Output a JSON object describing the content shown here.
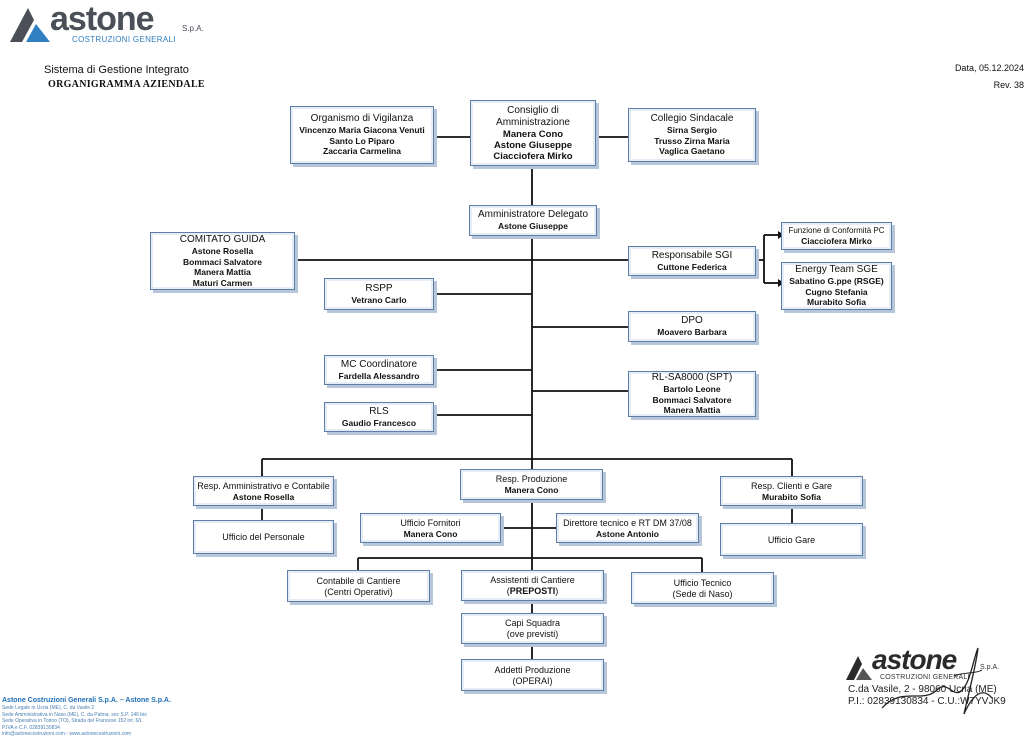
{
  "header": {
    "brand": "astone",
    "brand_suffix": "S.p.A.",
    "tagline": "COSTRUZIONI GENERALI",
    "system": "Sistema di Gestione Integrato",
    "title": "ORGANIGRAMMA AZIENDALE",
    "date": "Data, 05.12.2024",
    "revision": "Rev. 38"
  },
  "boxes": {
    "odv": {
      "role": "Organismo di Vigilanza",
      "people": [
        "Vincenzo Maria Giacona Venuti",
        "Santo Lo Piparo",
        "Zaccaria Carmelina"
      ]
    },
    "cda": {
      "role": "Consiglio di Amministrazione",
      "people": [
        "Manera Cono",
        "Astone Giuseppe",
        "Ciacciofera Mirko"
      ]
    },
    "collegio": {
      "role": "Collegio Sindacale",
      "people": [
        "Sirna Sergio",
        "Trusso Zirna Maria",
        "Vaglica Gaetano"
      ]
    },
    "ad": {
      "role": "Amministratore Delegato",
      "people": [
        "Astone Giuseppe"
      ]
    },
    "comitato": {
      "role": "COMITATO GUIDA",
      "people": [
        "Astone Rosella",
        "Bommaci Salvatore",
        "Manera Mattia",
        "Maturi Carmen"
      ]
    },
    "sgi": {
      "role": "Responsabile SGI",
      "people": [
        "Cuttone Federica"
      ]
    },
    "conformita": {
      "role": "Funzione di Conformità PC",
      "people": [
        "Ciacciofera Mirko"
      ]
    },
    "energy": {
      "role": "Energy Team SGE",
      "people": [
        "Sabatino G.ppe (RSGE)",
        "Cugno Stefania",
        "Murabito Sofia"
      ]
    },
    "rspp": {
      "role": "RSPP",
      "people": [
        "Vetrano Carlo"
      ]
    },
    "dpo": {
      "role": "DPO",
      "people": [
        "Moavero Barbara"
      ]
    },
    "mc": {
      "role": "MC Coordinatore",
      "people": [
        "Fardella Alessandro"
      ]
    },
    "rlsa": {
      "role": "RL-SA8000 (SPT)",
      "people": [
        "Bartolo Leone",
        "Bommaci Salvatore",
        "Manera Mattia"
      ]
    },
    "rls": {
      "role": "RLS",
      "people": [
        "Gaudio Francesco"
      ]
    },
    "amm": {
      "role": "Resp. Amministrativo e Contabile",
      "people": [
        "Astone Rosella"
      ]
    },
    "prod": {
      "role": "Resp. Produzione",
      "people": [
        "Manera Cono"
      ]
    },
    "clienti": {
      "role": "Resp. Clienti e Gare",
      "people": [
        "Murabito Sofia"
      ]
    },
    "personale": {
      "role": "Ufficio del Personale"
    },
    "fornitori": {
      "role": "Ufficio Fornitori",
      "people": [
        "Manera Cono"
      ]
    },
    "dt": {
      "role": "Direttore tecnico e RT DM 37/08",
      "people": [
        "Astone Antonio"
      ]
    },
    "gare": {
      "role": "Ufficio Gare"
    },
    "contabile": {
      "role": "Contabile di Cantiere",
      "sub": "(Centri Operativi)"
    },
    "assistenti": {
      "role": "Assistenti di Cantiere",
      "sub_pre": "(",
      "sub_bold": "PREPOSTI",
      "sub_post": ")"
    },
    "tecnico": {
      "role": "Ufficio Tecnico",
      "sub": "(Sede di Naso)"
    },
    "capi": {
      "role": "Capi Squadra",
      "sub": "(ove previsti)"
    },
    "addetti": {
      "role": "Addetti Produzione",
      "sub": "(OPERAI)"
    }
  },
  "footer": {
    "company": "Astone Costruzioni Generali S.p.A. – Astone S.p.A.",
    "lines": [
      "Sede Legale in Ucria (ME), C. da Vasile 2",
      "Sede Amministrativa in Naso (ME), C. da Palma, snc S.P. 146 bis",
      "Sede Operativa in Torino (TO), Strada del Francese 152 int. 6/L",
      "P.IVA e C.F. 02839130834",
      "info@astonecostruzioni.com - www.astonecostruzioni.com"
    ]
  },
  "stamp": {
    "brand": "astone",
    "suffix": "S.p.A.",
    "tagline": "COSTRUZIONI GENERALI",
    "address": "C.da Vasile, 2 - 98060 Ucria (ME)",
    "vat": "P.I.: 02839130834 - C.U.:W7YVJK9"
  },
  "colors": {
    "box_border": "#5d7ea8",
    "box_shadow": "#b8c6da",
    "line": "#111111",
    "brand_blue": "#2f7fc1"
  }
}
